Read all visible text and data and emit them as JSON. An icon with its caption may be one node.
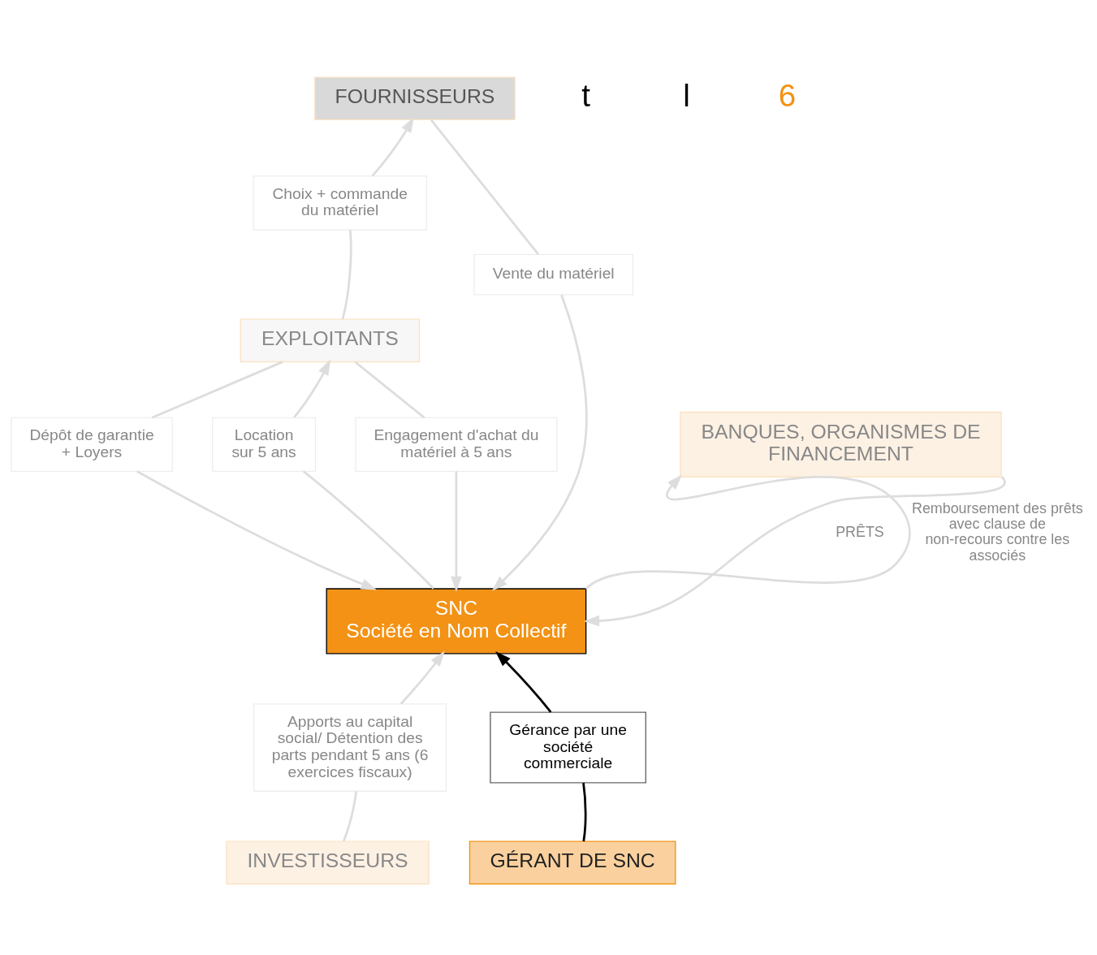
{
  "diagram": {
    "nodes": [
      {
        "text": [
          "FOURNISSEURS"
        ]
      },
      {
        "text": [
          "Choix + commande du matériel"
        ]
      },
      {
        "text": [
          "Vente du matériel"
        ]
      },
      {
        "text": [
          "EXPLOITANTS"
        ]
      },
      {
        "text": [
          "BANQUES, ORGANISMES DE FINANCEMENT"
        ]
      },
      {
        "text": [
          "Dépôt de garantie + Loyers"
        ]
      },
      {
        "text": [
          "Location sur 5 ans"
        ]
      },
      {
        "text": [
          "Engagement d'achat du matériel à 5 ans"
        ]
      },
      {
        "text": [
          "SNC",
          "Société en Nom Collectif"
        ]
      },
      {
        "text": [
          "Apports au capital social/ Détention des parts pendant 5 ans (6 exercices fiscaux)"
        ]
      },
      {
        "text": [
          "Gérance par une société commerciale"
        ]
      },
      {
        "text": [
          "INVESTISSEURS"
        ]
      },
      {
        "text": [
          "GÉRANT DE SNC"
        ]
      }
    ],
    "edges": [
      {
        "from": 3,
        "to": 1,
        "arrow": "none",
        "color": "#dddddd"
      },
      {
        "from": 1,
        "to": 0,
        "arrow": "to",
        "color": "#dddddd"
      },
      {
        "from": 0,
        "to": 2,
        "arrow": "none",
        "color": "#dddddd"
      },
      {
        "from": 2,
        "to": 8,
        "arrow": "to",
        "color": "#dddddd"
      },
      {
        "from": 3,
        "to": 5,
        "arrow": "none",
        "color": "#dddddd"
      },
      {
        "from": 5,
        "to": 8,
        "arrow": "to",
        "color": "#dddddd"
      },
      {
        "from": 8,
        "to": 6,
        "arrow": "none",
        "color": "#dddddd"
      },
      {
        "from": 6,
        "to": 3,
        "arrow": "to",
        "color": "#dddddd"
      },
      {
        "from": 3,
        "to": 7,
        "arrow": "none",
        "color": "#dddddd"
      },
      {
        "from": 7,
        "to": 8,
        "arrow": "to",
        "color": "#dddddd"
      },
      {
        "from": 8,
        "to": 4,
        "arrow": "to",
        "label": "Remboursement des prêts avec clause de non-recours contre les associés",
        "color": "#dddddd"
      },
      {
        "from": 4,
        "to": 8,
        "arrow": "to",
        "label": "PRÊTS",
        "color": "#dddddd"
      },
      {
        "from": 11,
        "to": 9,
        "arrow": "none",
        "color": "#dddddd"
      },
      {
        "from": 9,
        "to": 8,
        "arrow": "to",
        "color": "#dddddd"
      },
      {
        "from": 12,
        "to": 10,
        "arrow": "none",
        "color": "#000000"
      },
      {
        "from": 10,
        "to": 8,
        "arrow": "to",
        "color": "#000000"
      }
    ],
    "labels": [
      "t",
      "l",
      "6"
    ]
  }
}
